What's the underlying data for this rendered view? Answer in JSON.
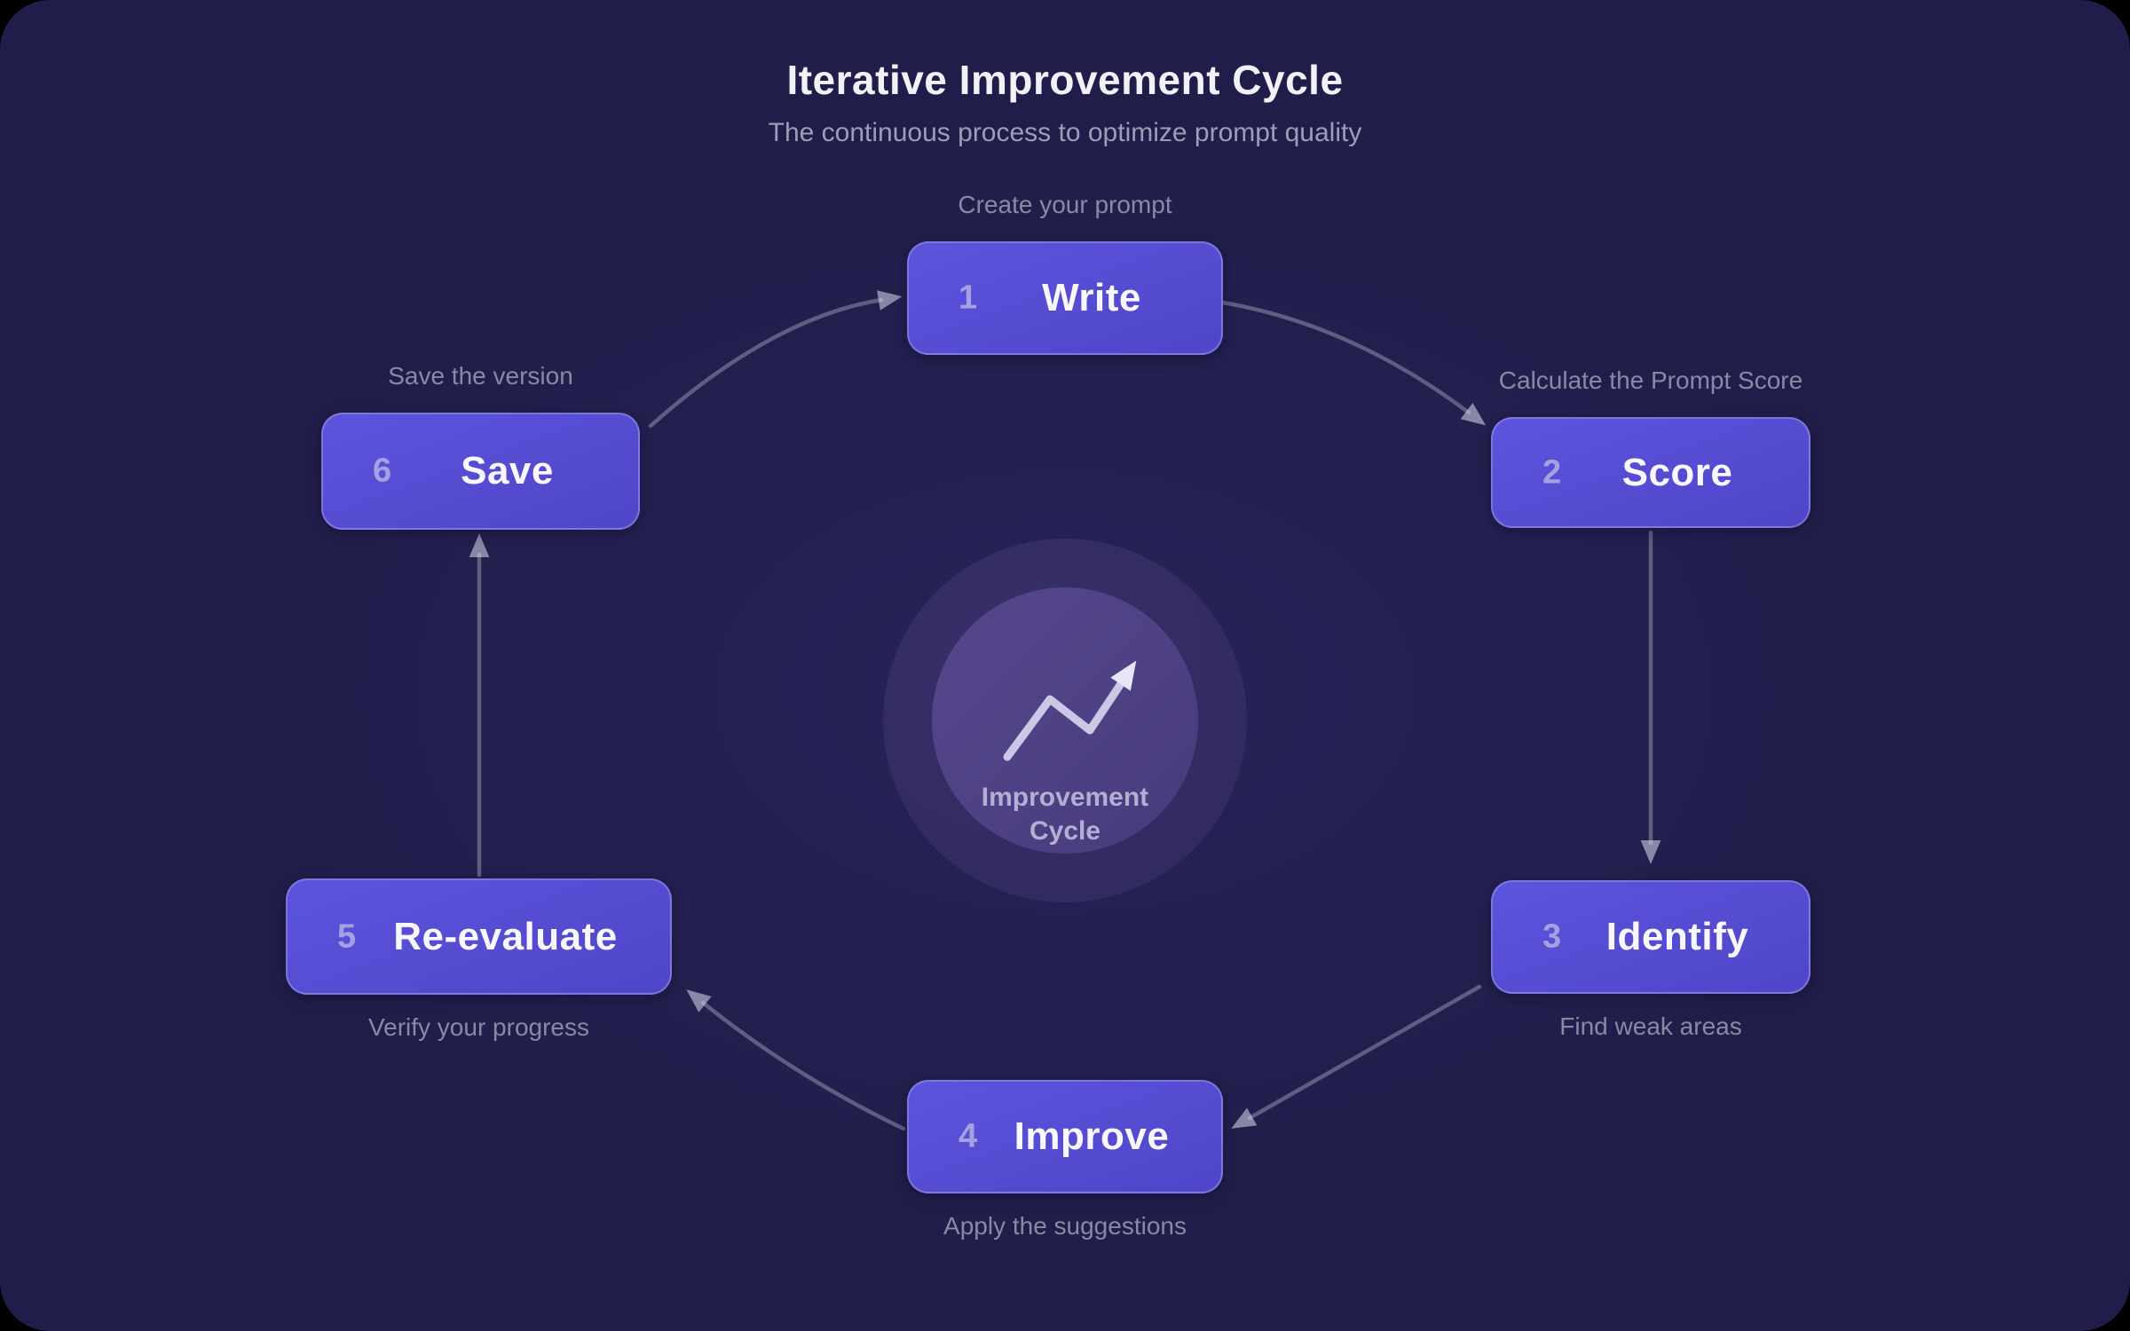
{
  "header": {
    "title": "Iterative Improvement Cycle",
    "subtitle": "The continuous process to optimize prompt quality"
  },
  "center": {
    "icon": "trending-up-icon",
    "label_line1": "Improvement",
    "label_line2": "Cycle"
  },
  "steps": [
    {
      "number": "1",
      "label": "Write",
      "caption": "Create your prompt"
    },
    {
      "number": "2",
      "label": "Score",
      "caption": "Calculate the Prompt Score"
    },
    {
      "number": "3",
      "label": "Identify",
      "caption": "Find weak areas"
    },
    {
      "number": "4",
      "label": "Improve",
      "caption": "Apply the suggestions"
    },
    {
      "number": "5",
      "label": "Re-evaluate",
      "caption": "Verify your progress"
    },
    {
      "number": "6",
      "label": "Save",
      "caption": "Save the version"
    }
  ],
  "colors": {
    "background": "#211d4a",
    "box_gradient_start": "#5c54dc",
    "box_gradient_end": "#4f45c9",
    "box_border": "#8d86e8",
    "box_label": "#f8f7ff",
    "step_number": "#a7a1e2",
    "caption": "#8b88a6",
    "title": "#f2f1f7",
    "subtitle": "#9f9cb5",
    "connector": "#dedded",
    "center_outer": "#322b61",
    "center_inner_start": "#57478e",
    "center_inner_end": "#473b7b",
    "center_label": "#b5aed3",
    "center_icon": "#d7d2ee"
  }
}
